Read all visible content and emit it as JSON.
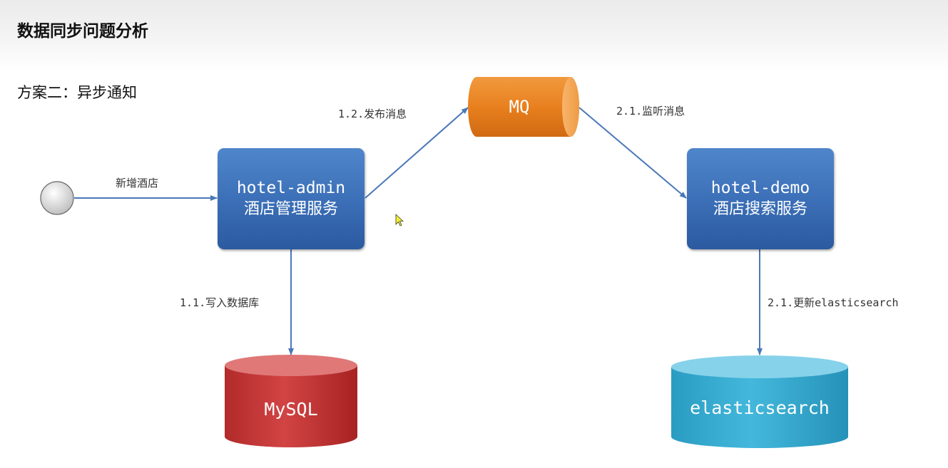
{
  "page": {
    "title": "数据同步问题分析",
    "subtitle": "方案二：异步通知"
  },
  "nodes": {
    "hotel_admin": {
      "name": "hotel-admin",
      "desc": "酒店管理服务"
    },
    "hotel_demo": {
      "name": "hotel-demo",
      "desc": "酒店搜索服务"
    },
    "mq": {
      "label": "MQ"
    },
    "mysql": {
      "label": "MySQL"
    },
    "elasticsearch": {
      "label": "elasticsearch"
    }
  },
  "edges": {
    "add_hotel": "新增酒店",
    "publish": "1.2.发布消息",
    "listen": "2.1.监听消息",
    "write_db": "1.1.写入数据库",
    "update_es": "2.1.更新elasticsearch"
  },
  "colors": {
    "service": "#3c70b8",
    "mq": "#e8801f",
    "mysql": "#c93a3a",
    "elasticsearch": "#3aaed0",
    "arrow": "#4a78b8"
  }
}
